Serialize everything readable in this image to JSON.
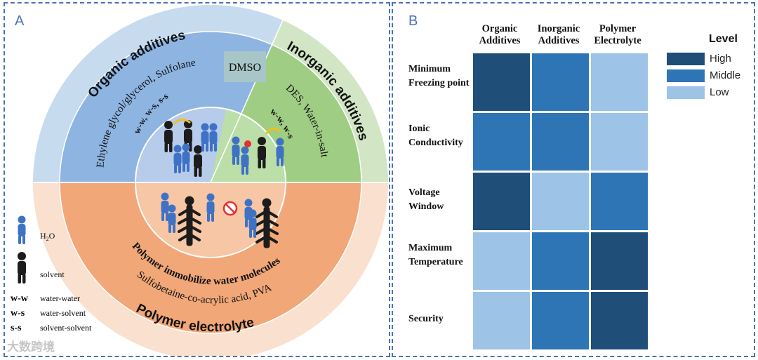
{
  "panel_a": {
    "letter": "A",
    "sectors": {
      "organic": {
        "title": "Organic additives",
        "examples": "Ethylene glycol/glycerol, Sulfolane",
        "interactions": "w-w, w-s, s-s"
      },
      "inorganic": {
        "title": "Inorganic additives",
        "examples_dmso": "DMSO",
        "examples": "DES, Water-in-salt",
        "interactions": "w-w, w-s"
      },
      "polymer": {
        "title": "Polymer electrolyte",
        "mechanism": "Polymer immobilize water molecules",
        "examples": "Sulfobetaine-co-acrylic acid, PVA"
      }
    },
    "key": {
      "h2o_label": "H",
      "h2o_sub": "2",
      "h2o_tail": "O",
      "solvent_label": "solvent",
      "abbreviations": [
        {
          "code": "w-w",
          "meaning": "water-water"
        },
        {
          "code": "w-s",
          "meaning": "water-solvent"
        },
        {
          "code": "s-s",
          "meaning": "solvent-solvent"
        }
      ]
    },
    "colors": {
      "organic_outer": "#c7dbef",
      "organic_mid": "#8eb4e1",
      "organic_inner": "#b7cbeb",
      "inorganic_outer": "#d2e6c6",
      "inorganic_mid": "#9fcd84",
      "inorganic_inner": "#bcdea9",
      "polymer_outer": "#f9e0cf",
      "polymer_mid": "#f1a777",
      "polymer_inner": "#f7c6a4",
      "dmso_box": "#a8c5c7",
      "water_figure": "#3f72c4",
      "solvent_figure": "#1c1c1c"
    },
    "icons": [
      "water-molecule-figure-icon",
      "solvent-molecule-figure-icon",
      "hydrogen-bond-arc-icon",
      "prohibited-icon"
    ]
  },
  "panel_b": {
    "letter": "B",
    "columns": [
      "Organic Additives",
      "Inorganic Additives",
      "Polymer Electrolyte"
    ],
    "legend": {
      "title": "Level",
      "items": [
        {
          "label": "High",
          "color": "#1f4e79"
        },
        {
          "label": "Middle",
          "color": "#2e75b6"
        },
        {
          "label": "Low",
          "color": "#9dc3e6"
        }
      ]
    },
    "chart_data": {
      "type": "heatmap",
      "x": [
        "Organic Additives",
        "Inorganic Additives",
        "Polymer Electrolyte"
      ],
      "y": [
        "Minimum Freezing point",
        "Ionic Conductivity",
        "Voltage Window",
        "Maximum Temperature",
        "Security"
      ],
      "values": [
        [
          "High",
          "Middle",
          "Low"
        ],
        [
          "Middle",
          "Middle",
          "Low"
        ],
        [
          "High",
          "Low",
          "Middle"
        ],
        [
          "Low",
          "Middle",
          "High"
        ],
        [
          "Low",
          "Middle",
          "High"
        ]
      ],
      "legend_title": "Level",
      "levels": [
        "High",
        "Middle",
        "Low"
      ],
      "legend_placement": "right"
    }
  },
  "watermark": "大数跨境"
}
